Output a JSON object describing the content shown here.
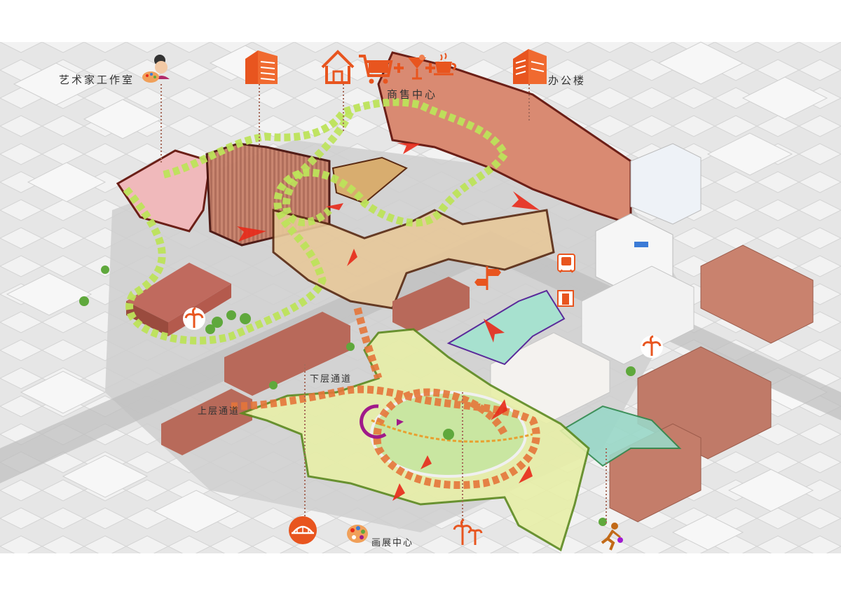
{
  "labels": {
    "artist_studio": "艺术家工作室",
    "commercial_center": "商售中心",
    "office_building": "办公楼",
    "lower_passage": "下层通道",
    "upper_passage": "上层通道",
    "gallery_center": "画展中心"
  },
  "icons": [
    "artist-avatar-icon",
    "palette-icon",
    "building-icon",
    "house-icon",
    "shopping-cart-icon",
    "cocktail-icon",
    "coffee-cup-icon",
    "office-building-icon",
    "train-icon",
    "door-exit-icon",
    "signpost-icon",
    "palm-tree-icon",
    "bridge-icon",
    "cyclist-icon"
  ],
  "colors": {
    "accent_orange": "#e8551f",
    "commercial_zone": "#d98a72",
    "green_path": "#b8e04a",
    "orange_path": "#e4763a",
    "gallery_zone": "#e8efa8",
    "water_zone": "#9ad8c8",
    "brick": "#b56b5a",
    "flow_arrow": "#e82a1a"
  }
}
